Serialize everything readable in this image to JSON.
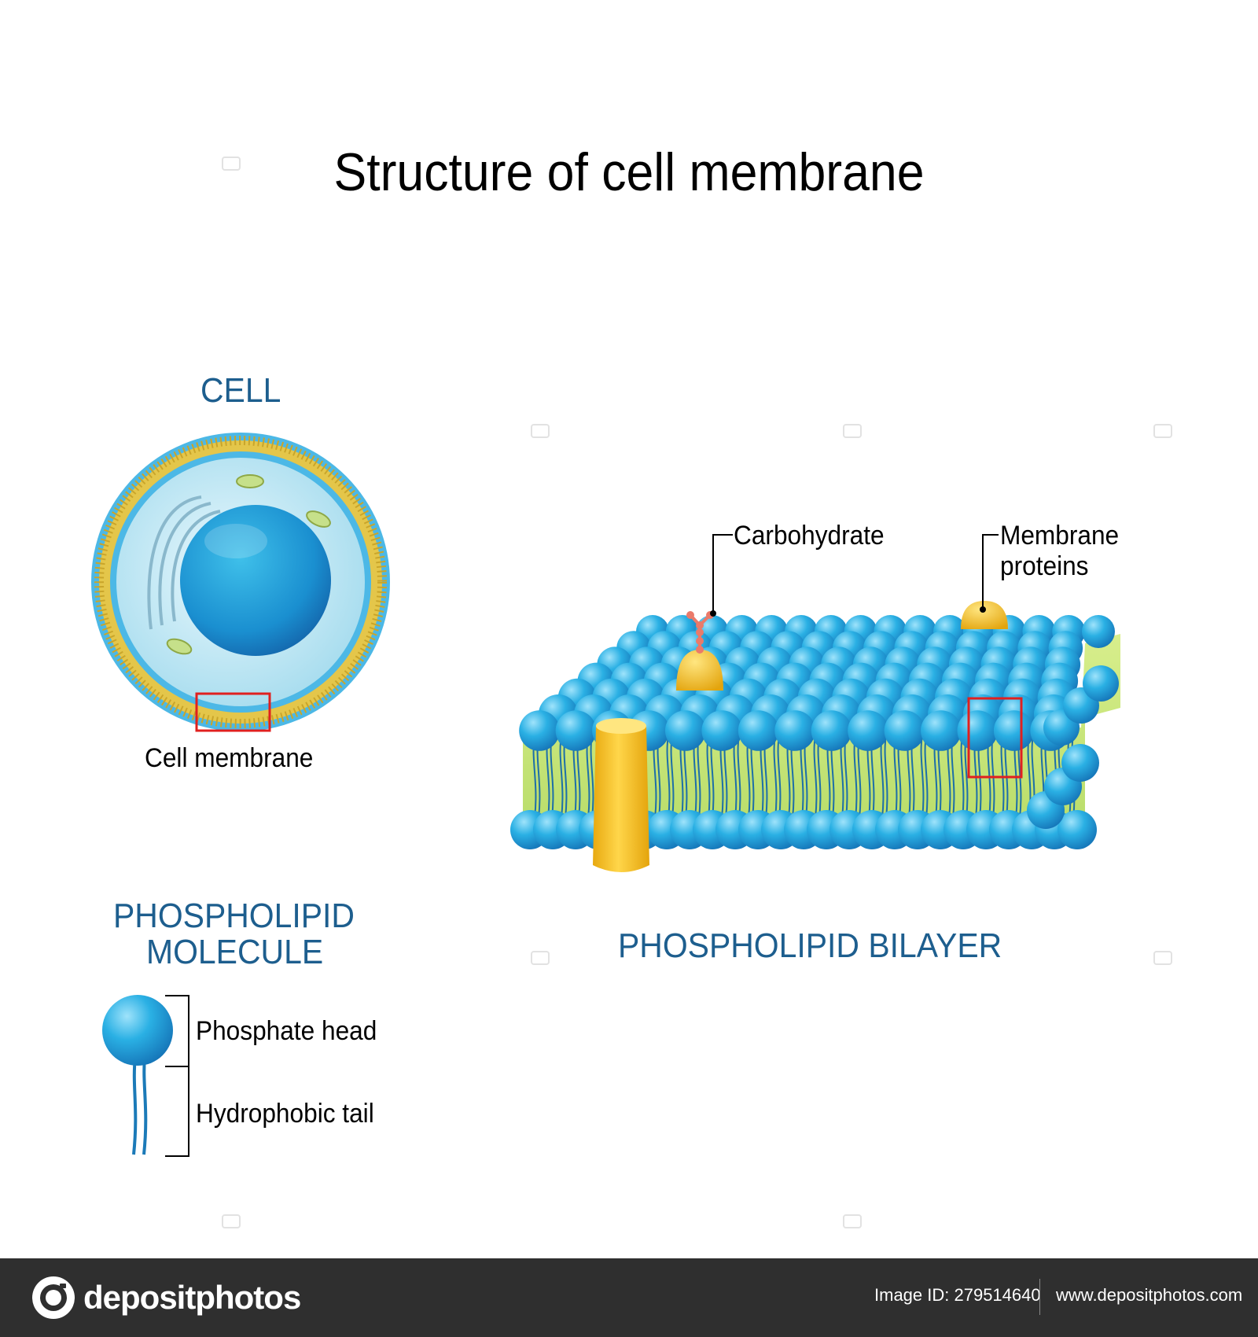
{
  "title": "Structure of cell membrane",
  "cell": {
    "heading": "CELL",
    "caption": "Cell membrane"
  },
  "molecule": {
    "heading_line1": "PHOSPHOLIPID",
    "heading_line2": "MOLECULE",
    "head_label": "Phosphate head",
    "tail_label": "Hydrophobic tail"
  },
  "bilayer": {
    "heading": "PHOSPHOLIPID BILAYER",
    "carbohydrate_label": "Carbohydrate",
    "protein_label_line1": "Membrane",
    "protein_label_line2": "proteins"
  },
  "footer": {
    "brand": "depositphotos",
    "image_id": "Image ID: 279514640",
    "url": "www.depositphotos.com"
  },
  "colors": {
    "heading_blue": "#1d5e8e",
    "head_blue": "#29a6dc",
    "tail_yellow": "#e8c33a",
    "protein_yellow": "#f3c21c",
    "highlight_red": "#e0201f",
    "footer_bg": "#2f2f2f"
  }
}
